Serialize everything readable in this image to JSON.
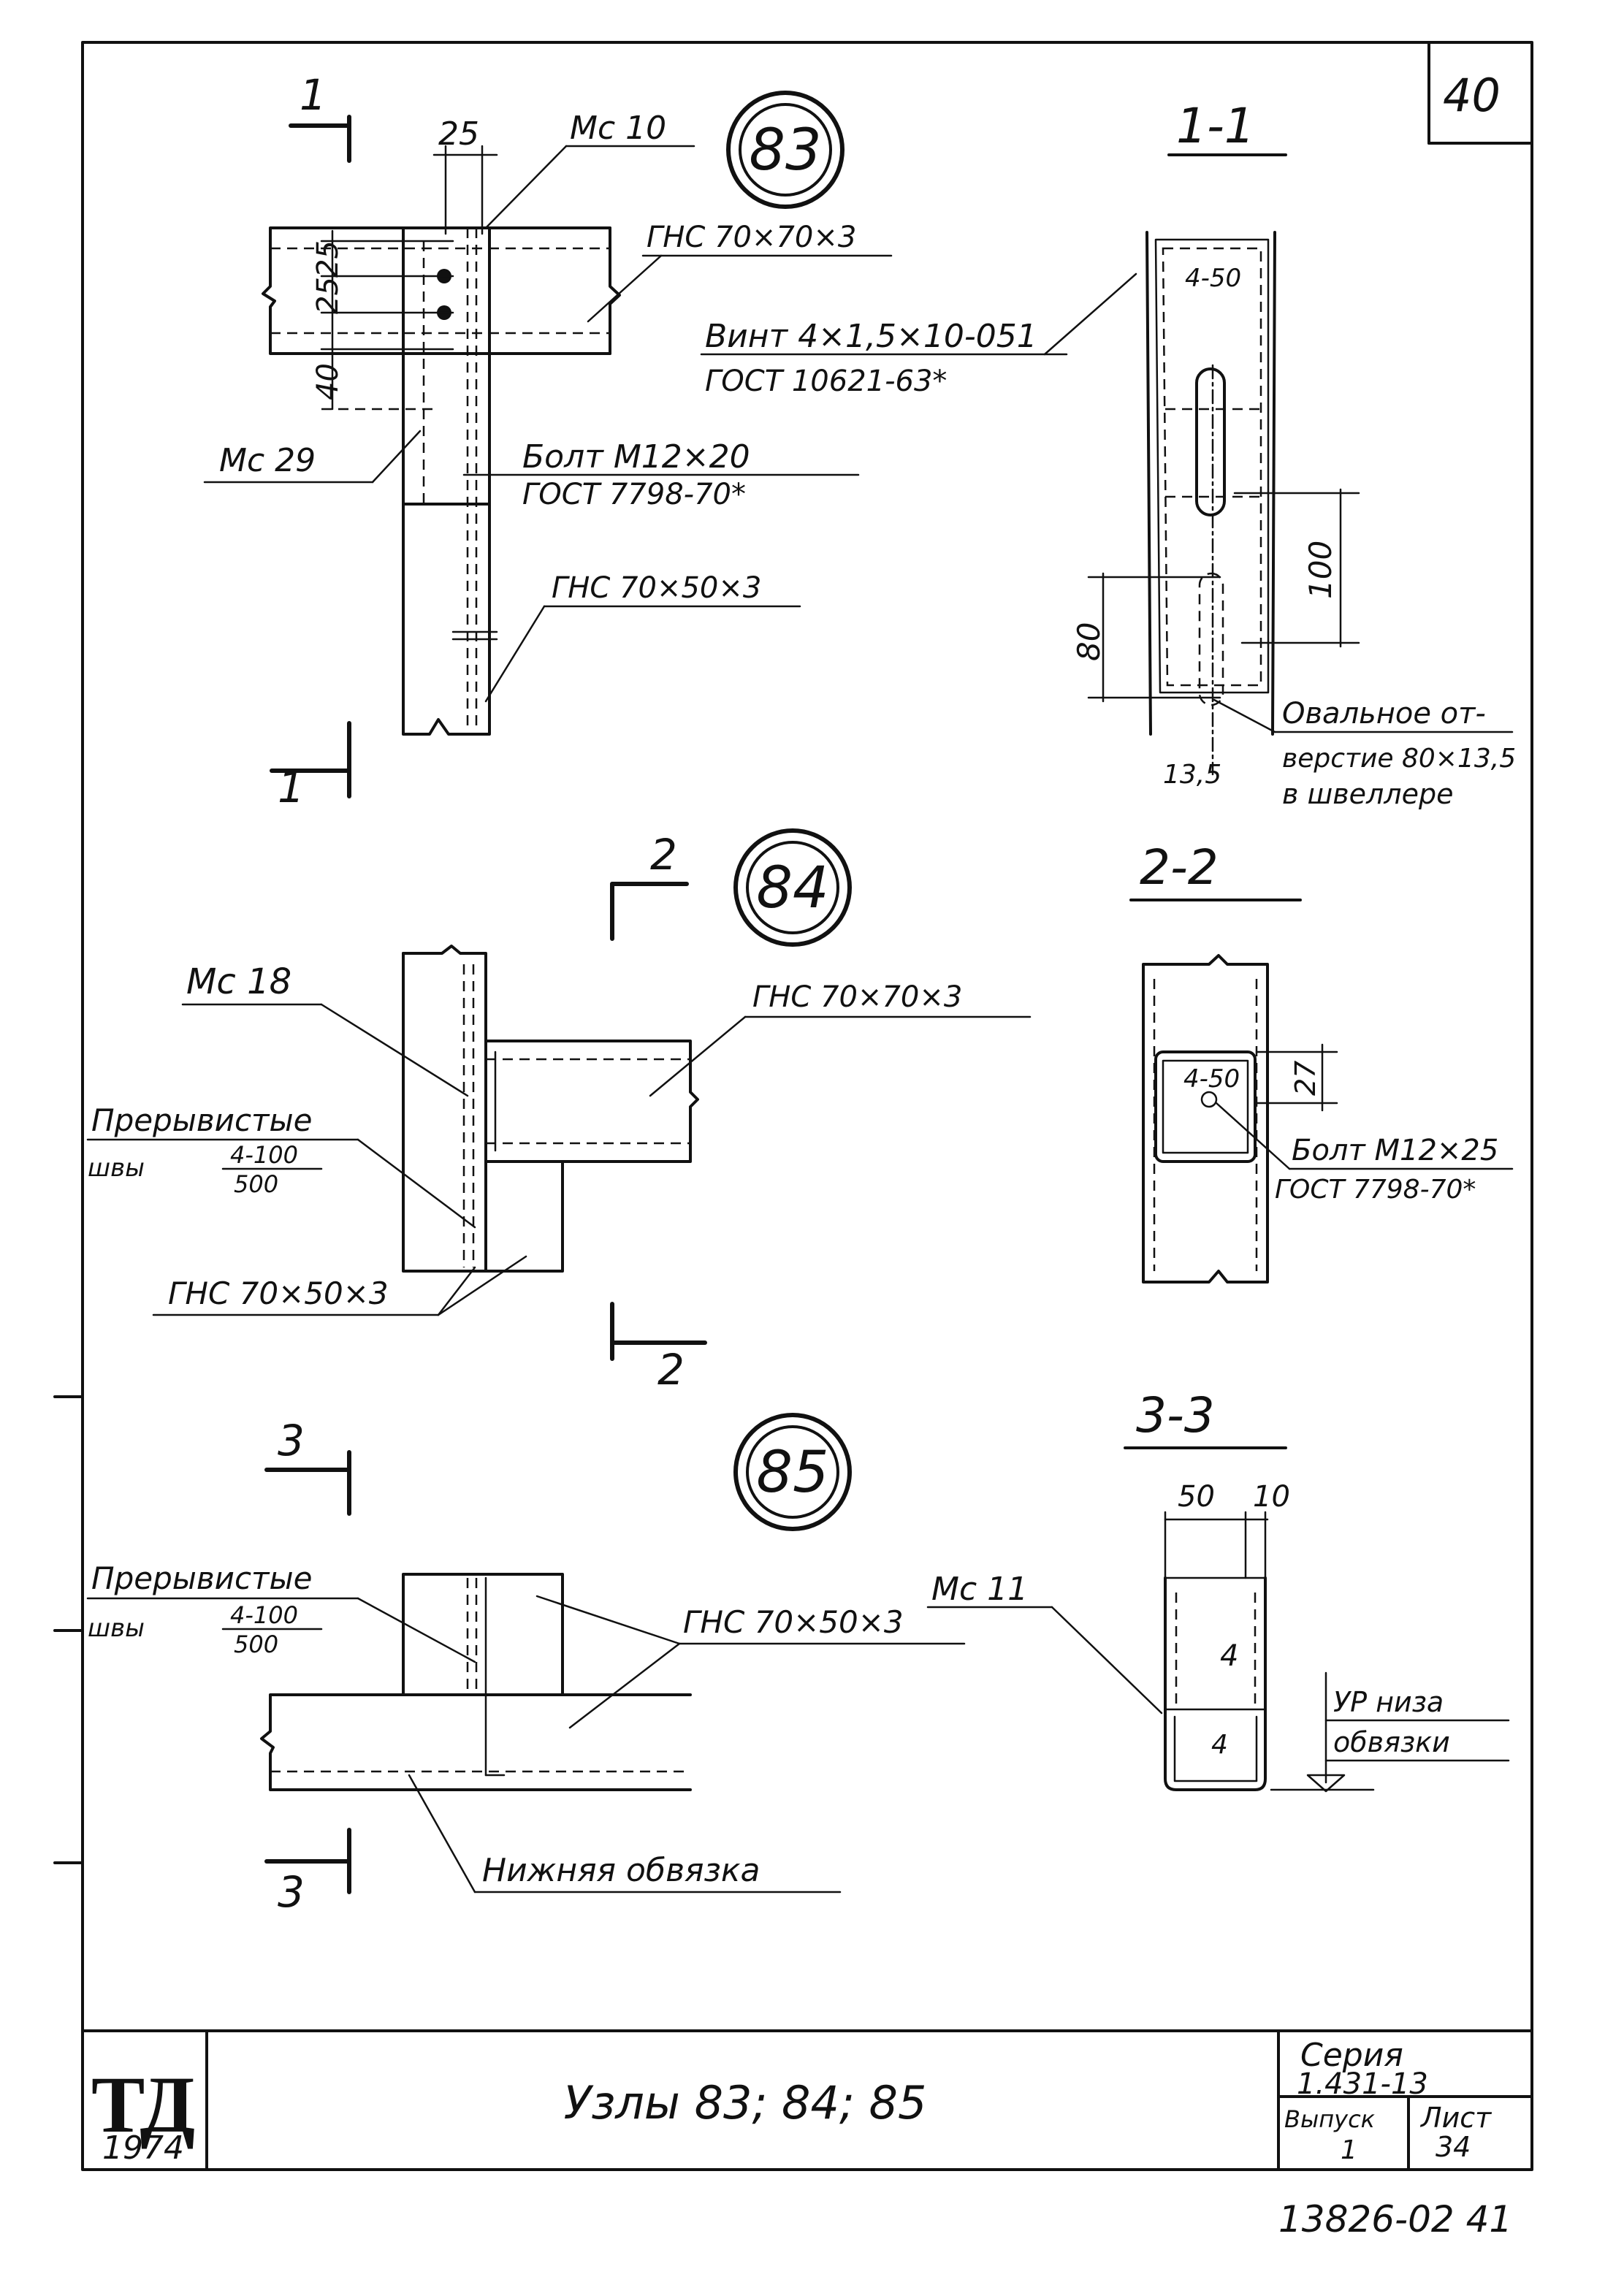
{
  "sheet_number": "40",
  "nodes": {
    "n83": {
      "number": "83",
      "section_mark": "1",
      "section_title": "1-1",
      "dims": {
        "top": "25",
        "v1": "25",
        "v2": "25",
        "v3": "40"
      },
      "labels": {
        "mc10": "Мс 10",
        "ghs_top": "ГНС 70×70×3",
        "mc29": "Мс 29",
        "bolt_1": "Болт М12×20",
        "bolt_2": "ГОСТ 7798-70*",
        "ghs_lower": "ГНС 70×50×3",
        "screw_1": "Винт 4×1,5×10-051",
        "screw_2": "ГОСТ 10621-63*",
        "weld": "4-50",
        "dim_100": "100",
        "dim_80": "80",
        "dim_135": "13,5",
        "oval_1": "Овальное от-",
        "oval_2": "верстие 80×13,5",
        "oval_3": "в швеллере"
      }
    },
    "n84": {
      "number": "84",
      "section_mark": "2",
      "section_title": "2-2",
      "labels": {
        "mc18": "Мс 18",
        "ghs_top": "ГНС 70×70×3",
        "pre_1": "Прерывистые",
        "pre_2": "швы",
        "pre_frac_top": "4-100",
        "pre_frac_bot": "500",
        "ghs_lower": "ГНС 70×50×3",
        "weld": "4-50",
        "dim_27": "27",
        "bolt_1": "Болт М12×25",
        "bolt_2": "ГОСТ 7798-70*"
      }
    },
    "n85": {
      "number": "85",
      "section_mark": "3",
      "section_title": "3-3",
      "labels": {
        "pre_1": "Прерывистые",
        "pre_2": "швы",
        "pre_frac_top": "4-100",
        "pre_frac_bot": "500",
        "ghs": "ГНС 70×50×3",
        "mc11": "Мс 11",
        "bottom_frame": "Нижняя обвязка",
        "dim_50": "50",
        "dim_10": "10",
        "weld_a": "4",
        "weld_b": "4",
        "level_1": "УР низа",
        "level_2": "обвязки"
      }
    }
  },
  "title_block": {
    "logo": "ТД",
    "year": "1974",
    "title": "Узлы 83; 84; 85",
    "series_label": "Серия",
    "series_value": "1.431-13",
    "issue_label": "Выпуск",
    "issue_value": "1",
    "sheet_label": "Лист",
    "sheet_value": "34"
  },
  "footer_code": "13826-02 41"
}
